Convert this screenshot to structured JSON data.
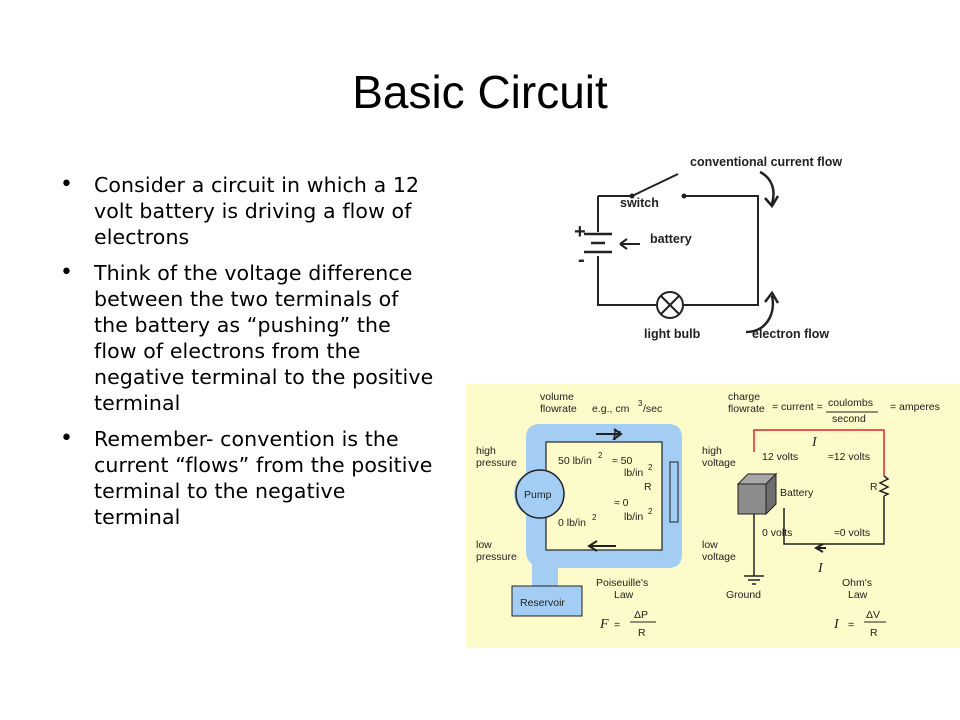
{
  "slide": {
    "title": "Basic Circuit",
    "bullets": [
      "Consider a circuit in which a 12 volt battery is driving a flow of electrons",
      "Think of the voltage difference between the two terminals of the battery as “pushing” the flow of electrons from the negative terminal to the positive terminal",
      "Remember- convention is the current “flows” from the positive terminal to the negative terminal"
    ]
  },
  "circuit_diagram": {
    "conventional_current_flow": "conventional current flow",
    "switch": "switch",
    "battery": "battery",
    "plus": "+",
    "minus": "-",
    "light_bulb": "light bulb",
    "electron_flow": "electron flow"
  },
  "analogy_diagram": {
    "background_color": "#fdfbc9",
    "water_color": "#a3cdf3",
    "wire_color": "#e0242b",
    "water": {
      "volume_flowrate_1": "volume",
      "volume_flowrate_2": "flowrate",
      "units_prefix": "e.g., cm",
      "units_exp": "3",
      "units_suffix": "/sec",
      "F": "F",
      "high_pressure_1": "high",
      "high_pressure_2": "pressure",
      "p50": "50 lb/in",
      "approx50": "≈ 50",
      "lbin": "lb/in",
      "exp2": "2",
      "R": "R",
      "pump": "Pump",
      "approx0": "≈ 0",
      "p0": "0 lb/in",
      "low_pressure_1": "low",
      "low_pressure_2": "pressure",
      "reservoir": "Reservoir",
      "law_1": "Poiseuille's",
      "law_2": "Law",
      "eq_lhs": "F",
      "eq_equals": "=",
      "eq_num": "ΔP",
      "eq_den": "R"
    },
    "electric": {
      "charge_flowrate_1": "charge",
      "charge_flowrate_2": "flowrate",
      "eq_current": "= current =",
      "coulombs": "coulombs",
      "second": "second",
      "amperes": "= amperes",
      "I": "I",
      "high_voltage_1": "high",
      "high_voltage_2": "voltage",
      "v12": "12 volts",
      "approx12": "≈12 volts",
      "battery": "Battery",
      "R": "R",
      "v0": "0 volts",
      "approx0": "≈0 volts",
      "low_voltage_1": "low",
      "low_voltage_2": "voltage",
      "ground": "Ground",
      "law_1": "Ohm's",
      "law_2": "Law",
      "eq_lhs": "I",
      "eq_equals": "=",
      "eq_num": "ΔV",
      "eq_den": "R"
    }
  }
}
